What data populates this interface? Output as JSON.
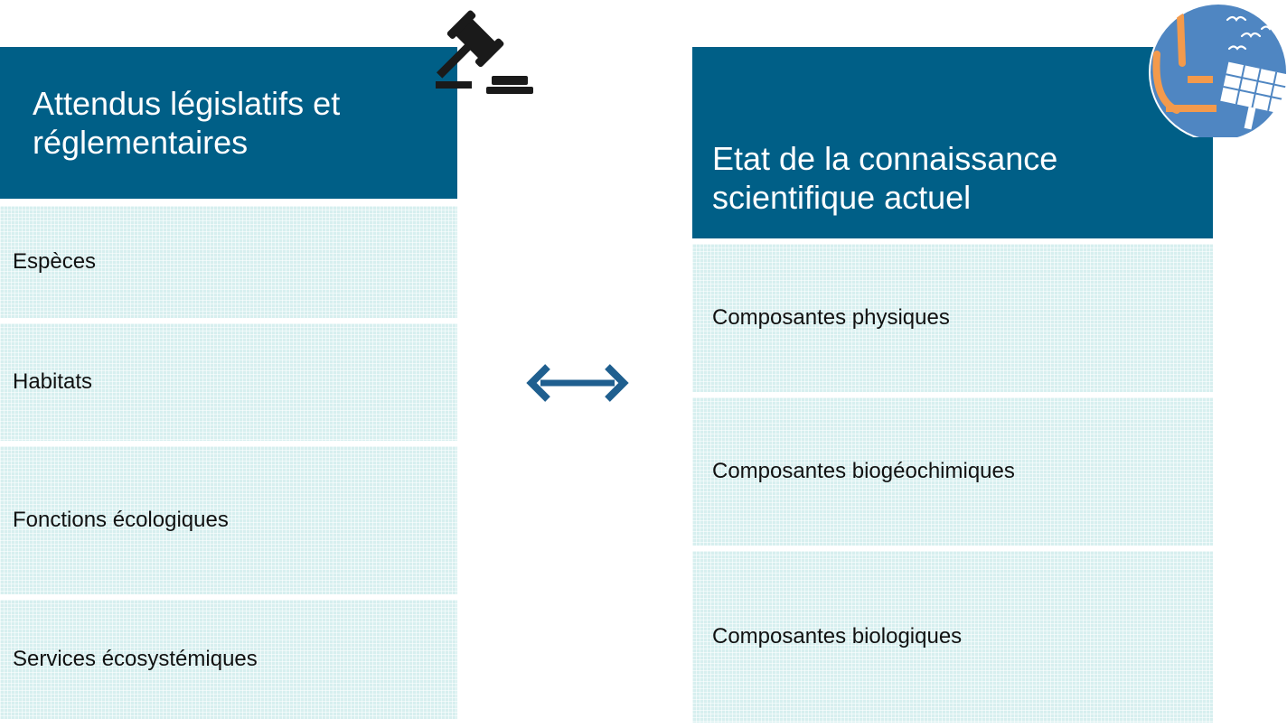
{
  "left": {
    "title": "Attendus législatifs et réglementaires",
    "items": [
      "Espèces",
      "Habitats",
      "Fonctions écologiques",
      "Services écosystémiques"
    ]
  },
  "right": {
    "title": "Etat de la connaissance scientifique actuel",
    "items": [
      "Composantes physiques",
      "Composantes biogéochimiques",
      "Composantes biologiques"
    ]
  },
  "icons": {
    "gavel": "gavel-icon",
    "science": "microscope-solar-panel-birds-icon",
    "link": "double-arrow-icon"
  },
  "colors": {
    "header_bg": "#005f87",
    "row_bg": "#d7efef",
    "accent_orange": "#f39a4c",
    "circle_bg": "#4f86c2"
  }
}
